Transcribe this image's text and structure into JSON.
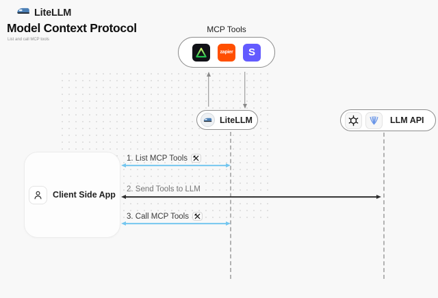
{
  "header": {
    "brand": "LiteLLM",
    "title": "Model Context Protocol",
    "subtitle": "List and call MCP tools"
  },
  "mcp_tools": {
    "label": "MCP Tools",
    "tools": [
      {
        "name": "triangle-tool",
        "color": "#111217"
      },
      {
        "name": "zapier",
        "label": "zapier",
        "color": "#FF4F00"
      },
      {
        "name": "stripe",
        "label": "S",
        "color": "#635BFF"
      }
    ]
  },
  "nodes": {
    "litellm": {
      "label": "LiteLLM"
    },
    "llm_api": {
      "label": "LLM API"
    },
    "client": {
      "label": "Client Side App"
    }
  },
  "messages": [
    {
      "label": "1. List MCP Tools",
      "has_tools_icon": true,
      "arrow_color": "#74c6ef",
      "from": "Client Side App",
      "to": "LiteLLM"
    },
    {
      "label": "2. Send Tools to LLM",
      "has_tools_icon": false,
      "arrow_color": "#2e2e2e",
      "from": "Client Side App",
      "to": "LLM API"
    },
    {
      "label": "3. Call MCP Tools",
      "has_tools_icon": true,
      "arrow_color": "#74c6ef",
      "from": "Client Side App",
      "to": "LiteLLM"
    }
  ],
  "colors": {
    "background": "#f8f8f8",
    "blue_arrow": "#74c6ef",
    "black_arrow": "#2e2e2e",
    "gray_arrow": "#8a8a8a",
    "lifeline": "#b2b2b2",
    "zapier_orange": "#FF4F00",
    "stripe_purple": "#635BFF"
  }
}
